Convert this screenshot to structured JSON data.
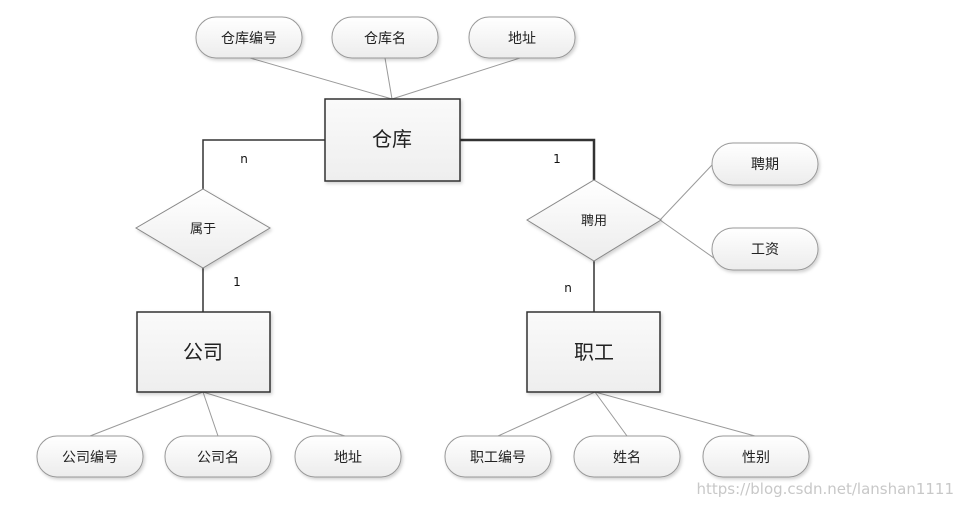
{
  "entities": {
    "warehouse": "仓库",
    "company": "公司",
    "employee": "职工"
  },
  "relationships": {
    "belongs": "属于",
    "hire": "聘用"
  },
  "attributes": {
    "warehouse_id": "仓库编号",
    "warehouse_name": "仓库名",
    "warehouse_address": "地址",
    "hire_period": "聘期",
    "salary": "工资",
    "company_id": "公司编号",
    "company_name": "公司名",
    "company_address": "地址",
    "employee_id": "职工编号",
    "employee_name": "姓名",
    "employee_gender": "性别"
  },
  "cardinalities": {
    "warehouse_belongs": "n",
    "company_belongs": "1",
    "warehouse_hire": "1",
    "employee_hire": "n"
  },
  "watermark": "https://blog.csdn.net/lanshan1111"
}
